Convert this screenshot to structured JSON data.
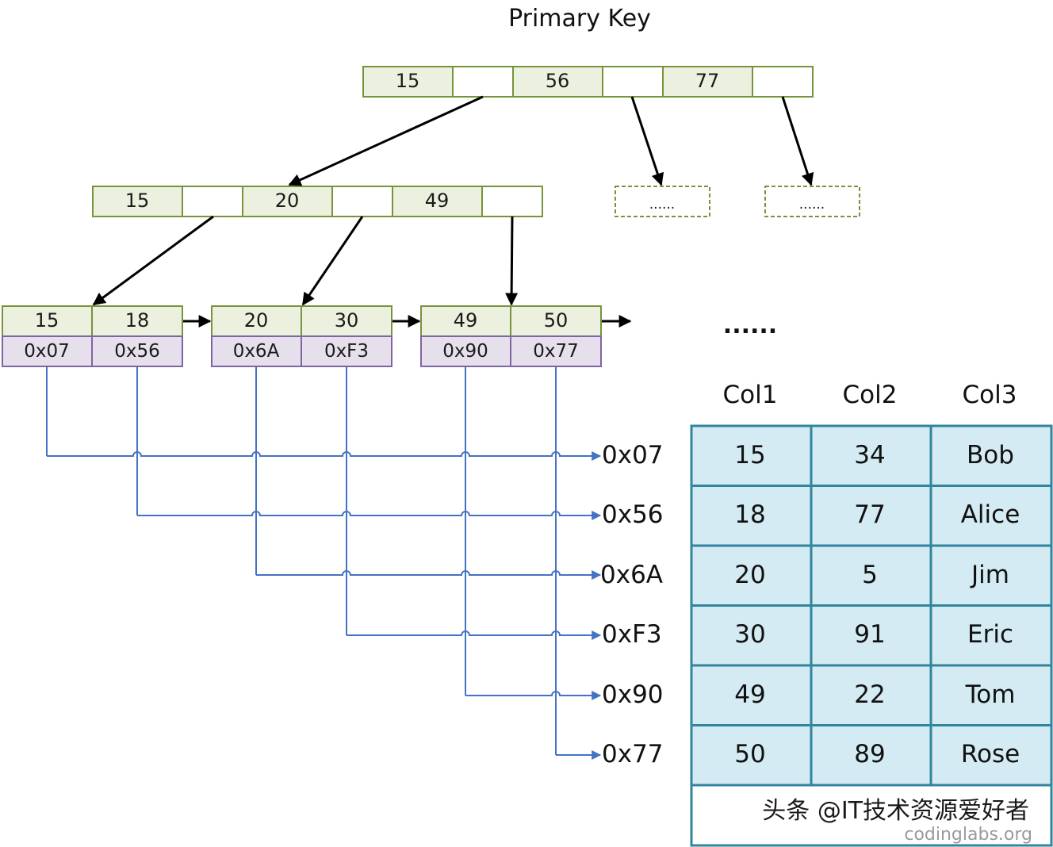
{
  "title": "Primary Key",
  "root_keys": [
    "15",
    "56",
    "77"
  ],
  "level2_keys": [
    "15",
    "20",
    "49"
  ],
  "placeholder_text": "......",
  "leaves": [
    {
      "keys": [
        "15",
        "18"
      ],
      "pointers": [
        "0x07",
        "0x56"
      ]
    },
    {
      "keys": [
        "20",
        "30"
      ],
      "pointers": [
        "0x6A",
        "0xF3"
      ]
    },
    {
      "keys": [
        "49",
        "50"
      ],
      "pointers": [
        "0x90",
        "0x77"
      ]
    }
  ],
  "leaf_ellipsis": "......",
  "row_addresses": [
    "0x07",
    "0x56",
    "0x6A",
    "0xF3",
    "0x90",
    "0x77"
  ],
  "table": {
    "headers": [
      "Col1",
      "Col2",
      "Col3"
    ],
    "rows": [
      [
        "15",
        "34",
        "Bob"
      ],
      [
        "18",
        "77",
        "Alice"
      ],
      [
        "20",
        "5",
        "Jim"
      ],
      [
        "30",
        "91",
        "Eric"
      ],
      [
        "49",
        "22",
        "Tom"
      ],
      [
        "50",
        "89",
        "Rose"
      ]
    ]
  },
  "watermark": {
    "line1": "头条 @IT技术资源爱好者",
    "line2": "codinglabs.org"
  },
  "colors": {
    "key_fill": "#ebf1de",
    "key_stroke": "#77933c",
    "ptr_fill": "#e6e0ec",
    "ptr_stroke": "#8064a2",
    "table_fill": "#d4ebf3",
    "table_stroke": "#31859c",
    "connector": "#4472c4"
  }
}
